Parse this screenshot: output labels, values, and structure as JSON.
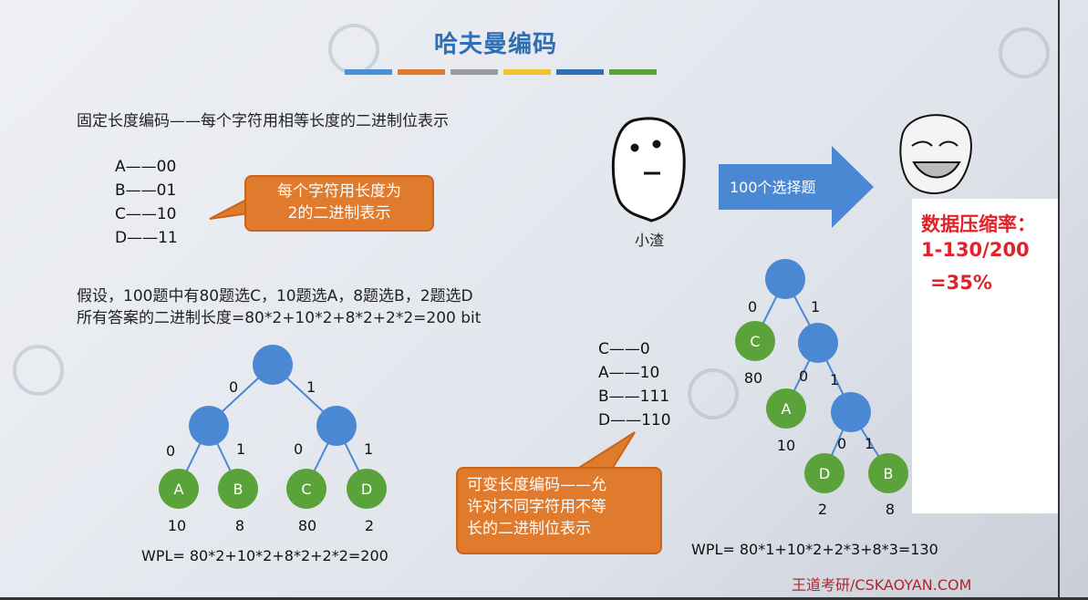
{
  "title": "哈夫曼编码",
  "title_bar_colors": [
    "#4a90d6",
    "#e07a2c",
    "#9a9a9a",
    "#f2c12e",
    "#2f6fb3",
    "#5aa33a"
  ],
  "fixed_desc": "固定长度编码——每个字符用相等长度的二进制位表示",
  "fixed_codes": [
    "A——00",
    "B——01",
    "C——10",
    "D——11"
  ],
  "callout_fixed": {
    "line1": "每个字符用长度为",
    "line2": "2的二进制表示"
  },
  "assumption": {
    "line1": "假设，100题中有80题选C，10题选A，8题选B，2题选D",
    "line2": "所有答案的二进制长度=80*2+10*2+8*2+2*2=200 bit"
  },
  "left_tree": {
    "edge_labels": [
      "0",
      "1",
      "0",
      "1",
      "0",
      "1"
    ],
    "leaves": [
      "A",
      "B",
      "C",
      "D"
    ],
    "weights": [
      "10",
      "8",
      "80",
      "2"
    ],
    "wpl": "WPL= 80*2+10*2+8*2+2*2=200"
  },
  "face_label": "小渣",
  "arrow_label": "100个选择题",
  "variable_codes": [
    "C——0",
    "A——10",
    "B——111",
    "D——110"
  ],
  "callout_variable": {
    "line1": "可变长度编码——允",
    "line2": "许对不同字符用不等",
    "line3": "长的二进制位表示"
  },
  "right_tree": {
    "edge_labels": [
      "0",
      "1",
      "0",
      "1",
      "0",
      "1"
    ],
    "leaves": [
      "C",
      "A",
      "D",
      "B"
    ],
    "weights": [
      "80",
      "10",
      "2",
      "8"
    ],
    "wpl": "WPL= 80*1+10*2+2*3+8*3=130"
  },
  "compression": {
    "line1": "数据压缩率：",
    "line2": "1-130/200",
    "line3": "=35%"
  },
  "footer": "王道考研/CSKAOYAN.COM",
  "colors": {
    "node_blue": "#4a88d4",
    "node_green": "#5aa33a",
    "callout_orange": "#e07a2c",
    "accent_red": "#e0232a",
    "edge": "#4a88d4"
  }
}
